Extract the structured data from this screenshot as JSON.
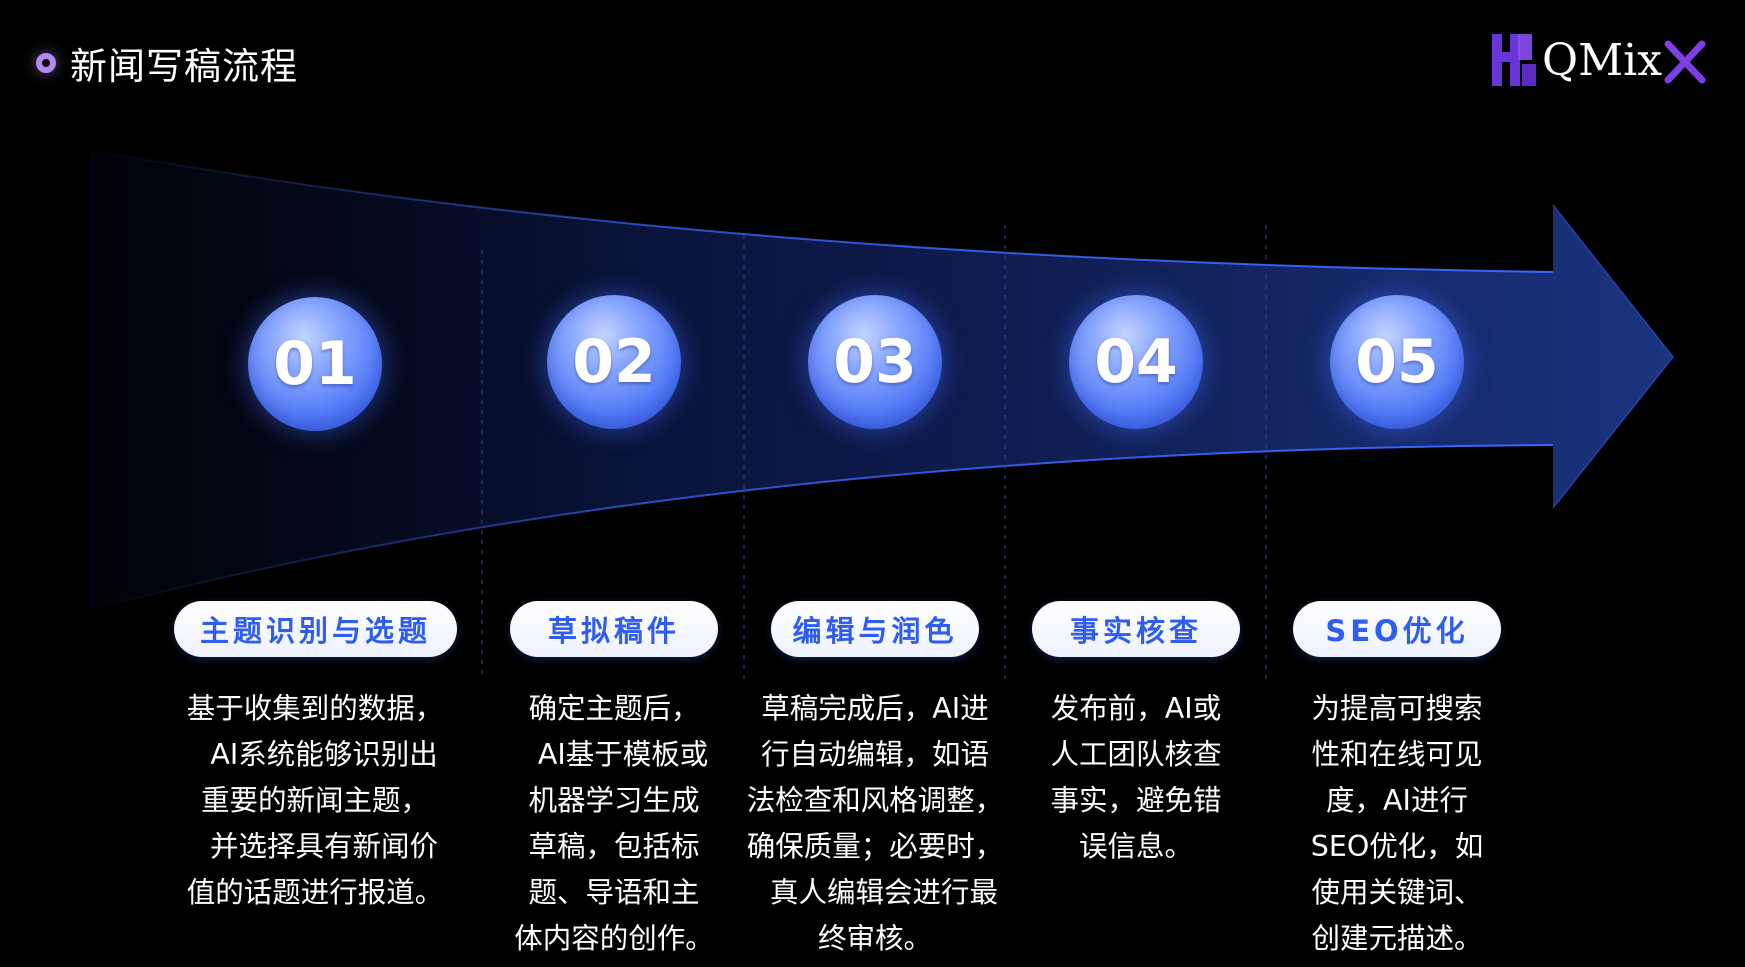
{
  "header": {
    "title": "新闻写稿流程",
    "logo_text": "QMix",
    "accent_color": "#b08cf0",
    "logo_color": "#7b3fe4"
  },
  "steps": [
    {
      "number": "01",
      "label": "主题识别与选题",
      "description": "基于收集到的数据，\n  AI系统能够识别出\n重要的新闻主题，\n  并选择具有新闻价\n值的话题进行报道。"
    },
    {
      "number": "02",
      "label": "草拟稿件",
      "description": "确定主题后，\n  AI基于模板或\n机器学习生成\n草稿，包括标\n题、导语和主\n体内容的创作。"
    },
    {
      "number": "03",
      "label": "编辑与润色",
      "description": "草稿完成后，AI进\n行自动编辑，如语\n法检查和风格调整，\n确保质量；必要时，\n  真人编辑会进行最\n终审核。"
    },
    {
      "number": "04",
      "label": "事实核查",
      "description": "发布前，AI或\n人工团队核查\n事实，避免错\n误信息。"
    },
    {
      "number": "05",
      "label": "SEO优化",
      "description": "为提高可搜索\n性和在线可见\n度，AI进行\nSEO优化，如\n使用关键词、\n创建元描述。"
    }
  ],
  "colors": {
    "background": "#000000",
    "arrow": "#1e3a9a",
    "circle": "#5b80f7",
    "pill_text": "#2f5df2"
  }
}
